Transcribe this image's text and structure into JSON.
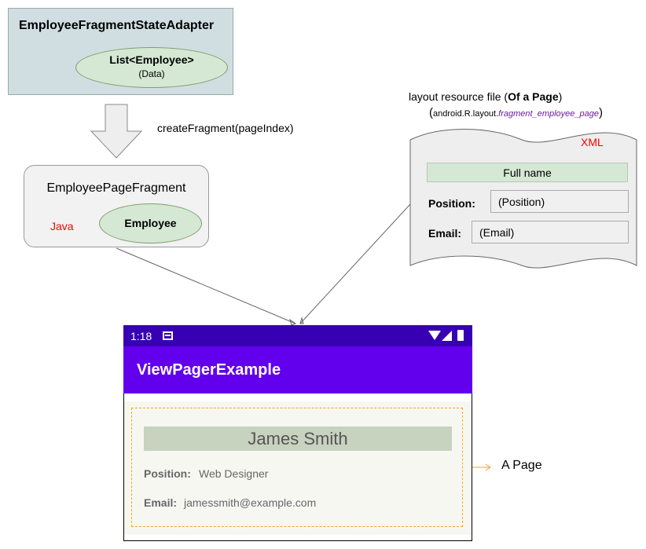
{
  "adapter": {
    "title": "EmployeeFragmentStateAdapter",
    "list_label": "List<Employee>",
    "list_sub": "(Data)"
  },
  "arrow": {
    "label": "createFragment(pageIndex)"
  },
  "fragment": {
    "title": "EmployeePageFragment",
    "lang": "Java",
    "model": "Employee"
  },
  "layout_resource": {
    "label_prefix": "layout resource file (",
    "label_bold": "Of a Page",
    "label_suffix": ")",
    "sub_open": "(",
    "sub_prefix": "android.R.layout.",
    "sub_italic": "fragment_employee_page",
    "sub_close": ")",
    "lang": "XML",
    "full_name": "Full name",
    "position_label": "Position:",
    "position_value": "(Position)",
    "email_label": "Email:",
    "email_value": "(Email)"
  },
  "phone": {
    "time": "1:18",
    "app_title": "ViewPagerExample",
    "name": "James Smith",
    "position_label": "Position:",
    "position_value": "Web Designer",
    "email_label": "Email:",
    "email_value": "jamessmith@example.com",
    "colors": {
      "status_bar": "#3700b3",
      "app_bar": "#6200ee",
      "page_outline": "#f5a623"
    }
  },
  "callout": {
    "label": "A Page"
  }
}
